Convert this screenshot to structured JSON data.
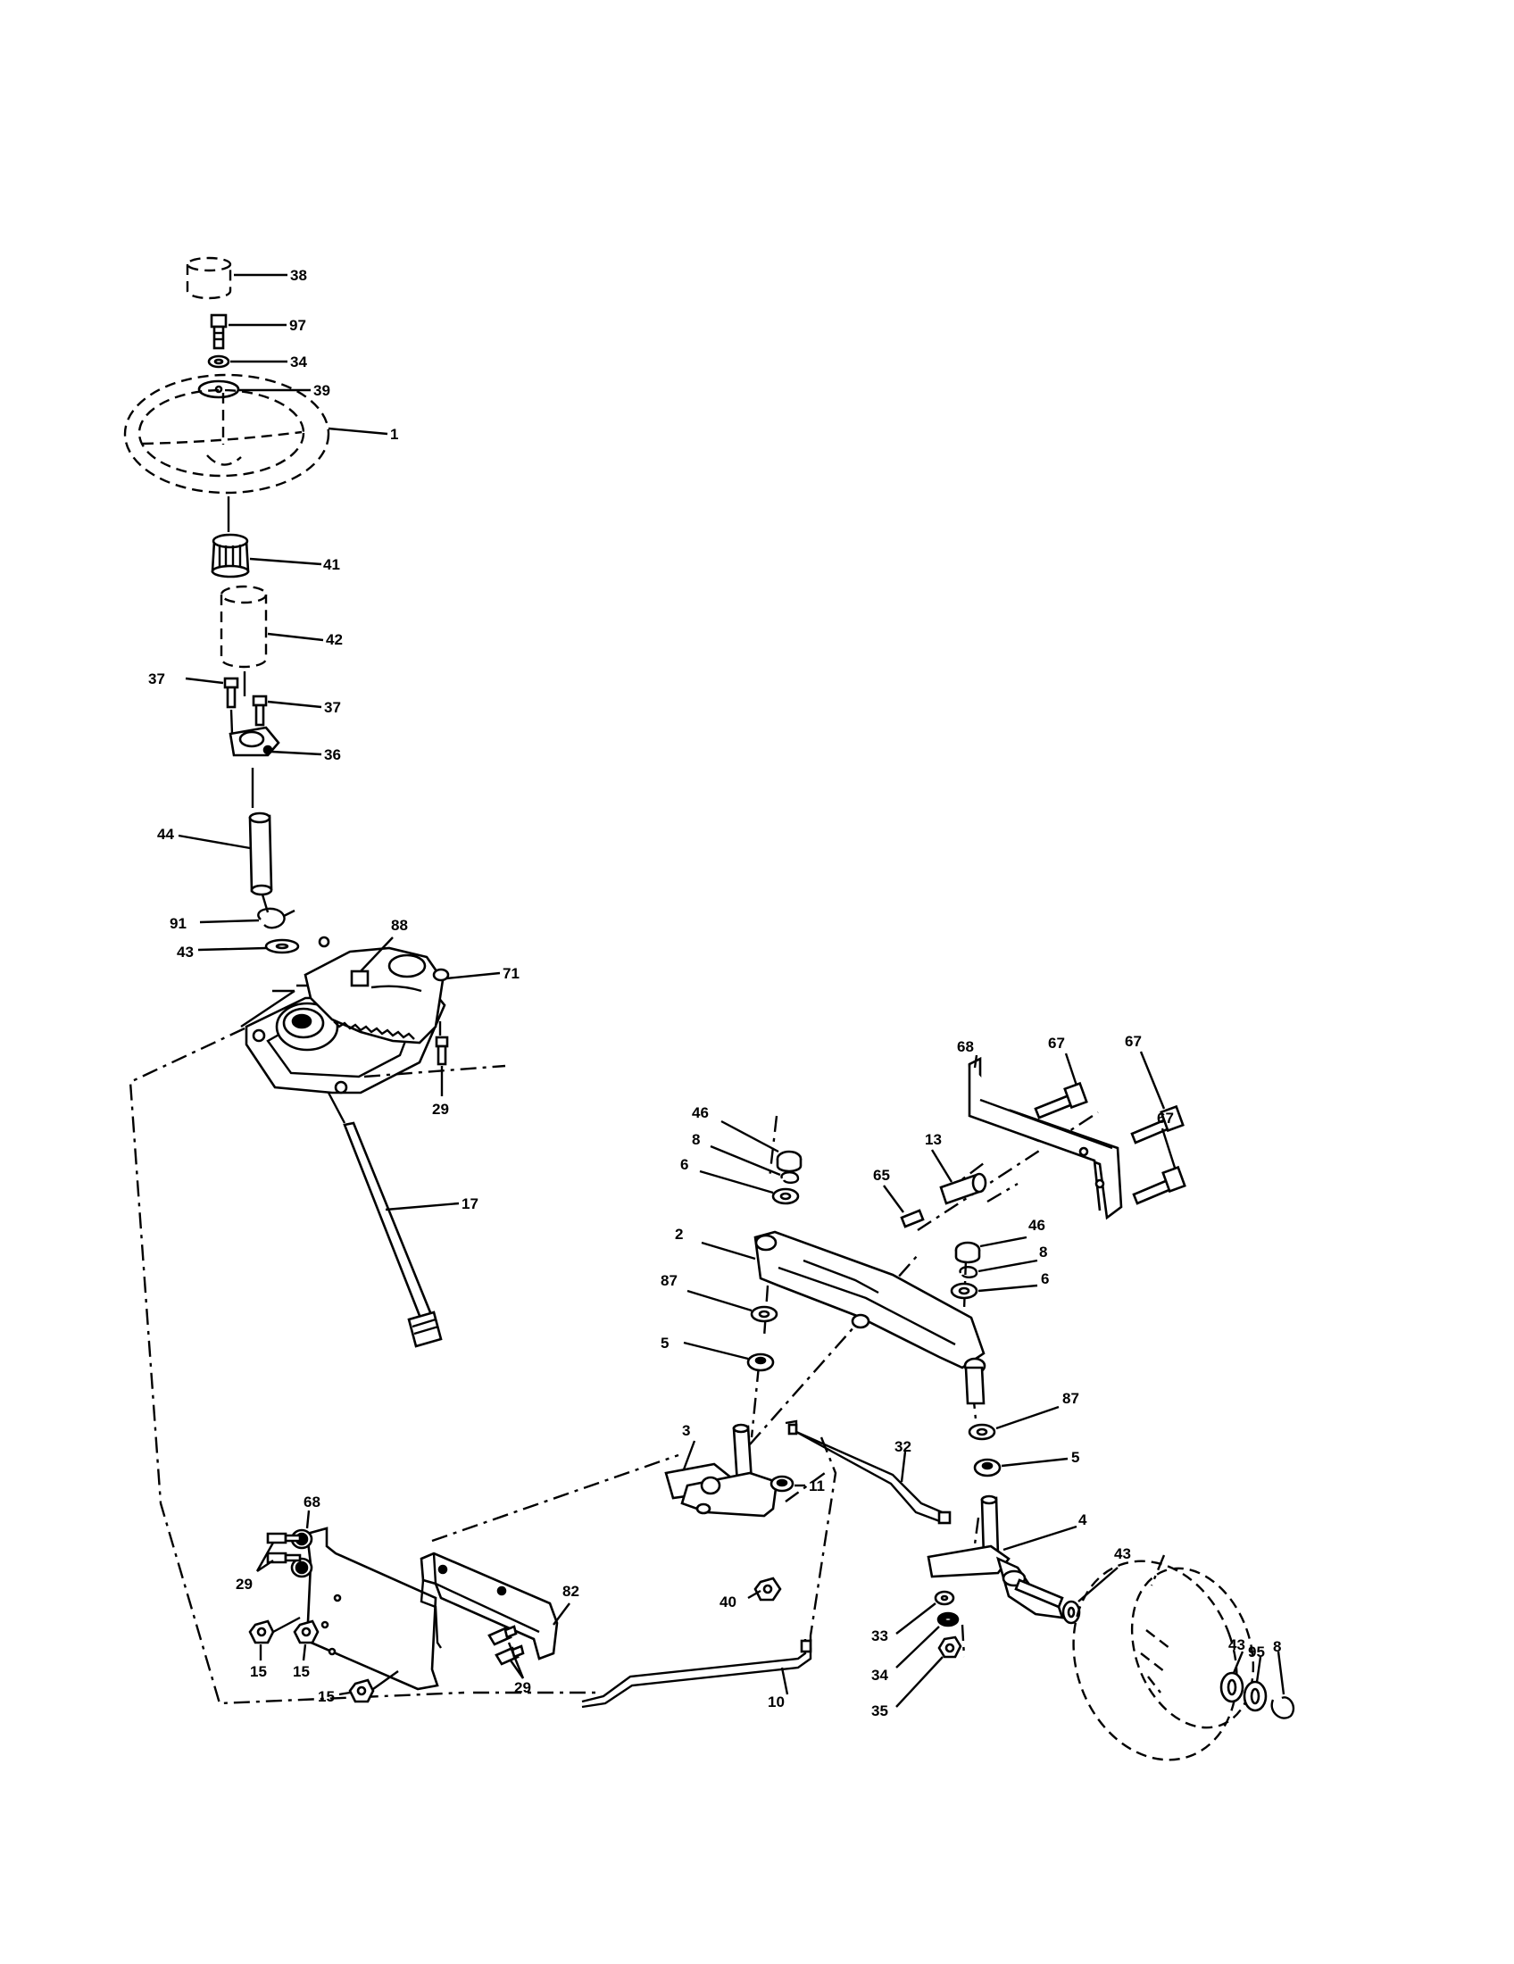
{
  "callouts": [
    {
      "id": "c38",
      "text": "38"
    },
    {
      "id": "c97",
      "text": "97"
    },
    {
      "id": "c34a",
      "text": "34"
    },
    {
      "id": "c39",
      "text": "39"
    },
    {
      "id": "c1",
      "text": "1"
    },
    {
      "id": "c41",
      "text": "41"
    },
    {
      "id": "c42",
      "text": "42"
    },
    {
      "id": "c37a",
      "text": "37"
    },
    {
      "id": "c37b",
      "text": "37"
    },
    {
      "id": "c36",
      "text": "36"
    },
    {
      "id": "c44",
      "text": "44"
    },
    {
      "id": "c91",
      "text": "91"
    },
    {
      "id": "c43a",
      "text": "43"
    },
    {
      "id": "c88",
      "text": "88"
    },
    {
      "id": "c71",
      "text": "71"
    },
    {
      "id": "c29a",
      "text": "29"
    },
    {
      "id": "c17",
      "text": "17"
    },
    {
      "id": "c68a",
      "text": "68"
    },
    {
      "id": "c67a",
      "text": "67"
    },
    {
      "id": "c67b",
      "text": "67"
    },
    {
      "id": "c67c",
      "text": "67"
    },
    {
      "id": "c13",
      "text": "13"
    },
    {
      "id": "c65",
      "text": "65"
    },
    {
      "id": "c46a",
      "text": "46"
    },
    {
      "id": "c8a",
      "text": "8"
    },
    {
      "id": "c6a",
      "text": "6"
    },
    {
      "id": "c2",
      "text": "2"
    },
    {
      "id": "c87a",
      "text": "87"
    },
    {
      "id": "c5a",
      "text": "5"
    },
    {
      "id": "c46b",
      "text": "46"
    },
    {
      "id": "c8b",
      "text": "8"
    },
    {
      "id": "c6b",
      "text": "6"
    },
    {
      "id": "c87b",
      "text": "87"
    },
    {
      "id": "c5b",
      "text": "5"
    },
    {
      "id": "c3",
      "text": "3"
    },
    {
      "id": "c32",
      "text": "32"
    },
    {
      "id": "c11",
      "text": "11"
    },
    {
      "id": "c4",
      "text": "4"
    },
    {
      "id": "c40",
      "text": "40"
    },
    {
      "id": "c43b",
      "text": "43"
    },
    {
      "id": "c68b",
      "text": "68"
    },
    {
      "id": "c29b",
      "text": "29"
    },
    {
      "id": "c82",
      "text": "82"
    },
    {
      "id": "c29c",
      "text": "29"
    },
    {
      "id": "c15a",
      "text": "15"
    },
    {
      "id": "c15b",
      "text": "15"
    },
    {
      "id": "c15c",
      "text": "15"
    },
    {
      "id": "c10",
      "text": "10"
    },
    {
      "id": "c33",
      "text": "33"
    },
    {
      "id": "c34b",
      "text": "34"
    },
    {
      "id": "c35",
      "text": "35"
    },
    {
      "id": "c43c",
      "text": "43"
    },
    {
      "id": "c95",
      "text": "95"
    },
    {
      "id": "c8c",
      "text": "8"
    }
  ]
}
